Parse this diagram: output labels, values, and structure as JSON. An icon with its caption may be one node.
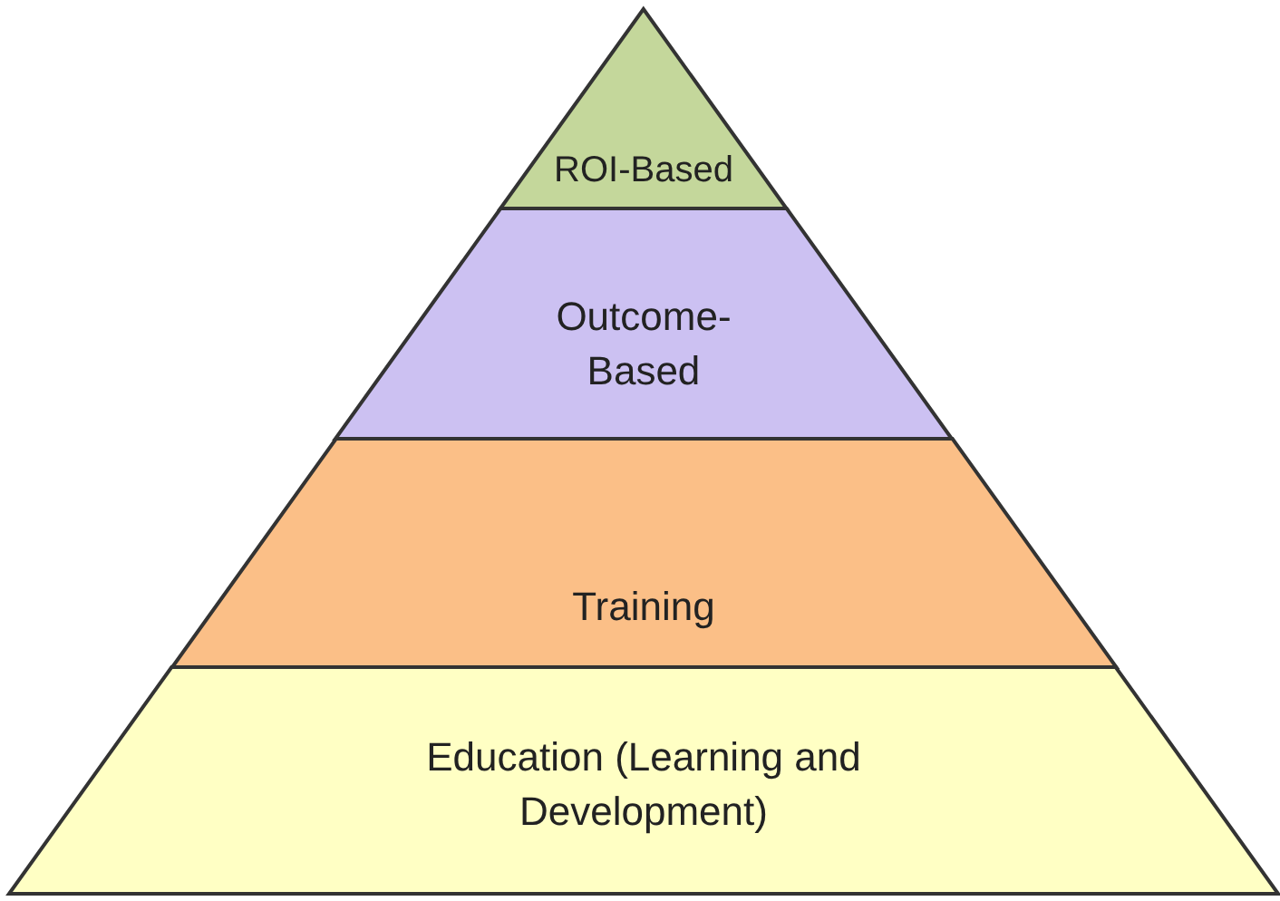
{
  "diagram": {
    "nodes": [
      {
        "text": [
          "ROI-Based"
        ]
      },
      {
        "text": [
          "Outcome-Based"
        ]
      },
      {
        "text": [
          "Training"
        ]
      },
      {
        "text": [
          "Education (Learning and Development)"
        ]
      }
    ]
  }
}
